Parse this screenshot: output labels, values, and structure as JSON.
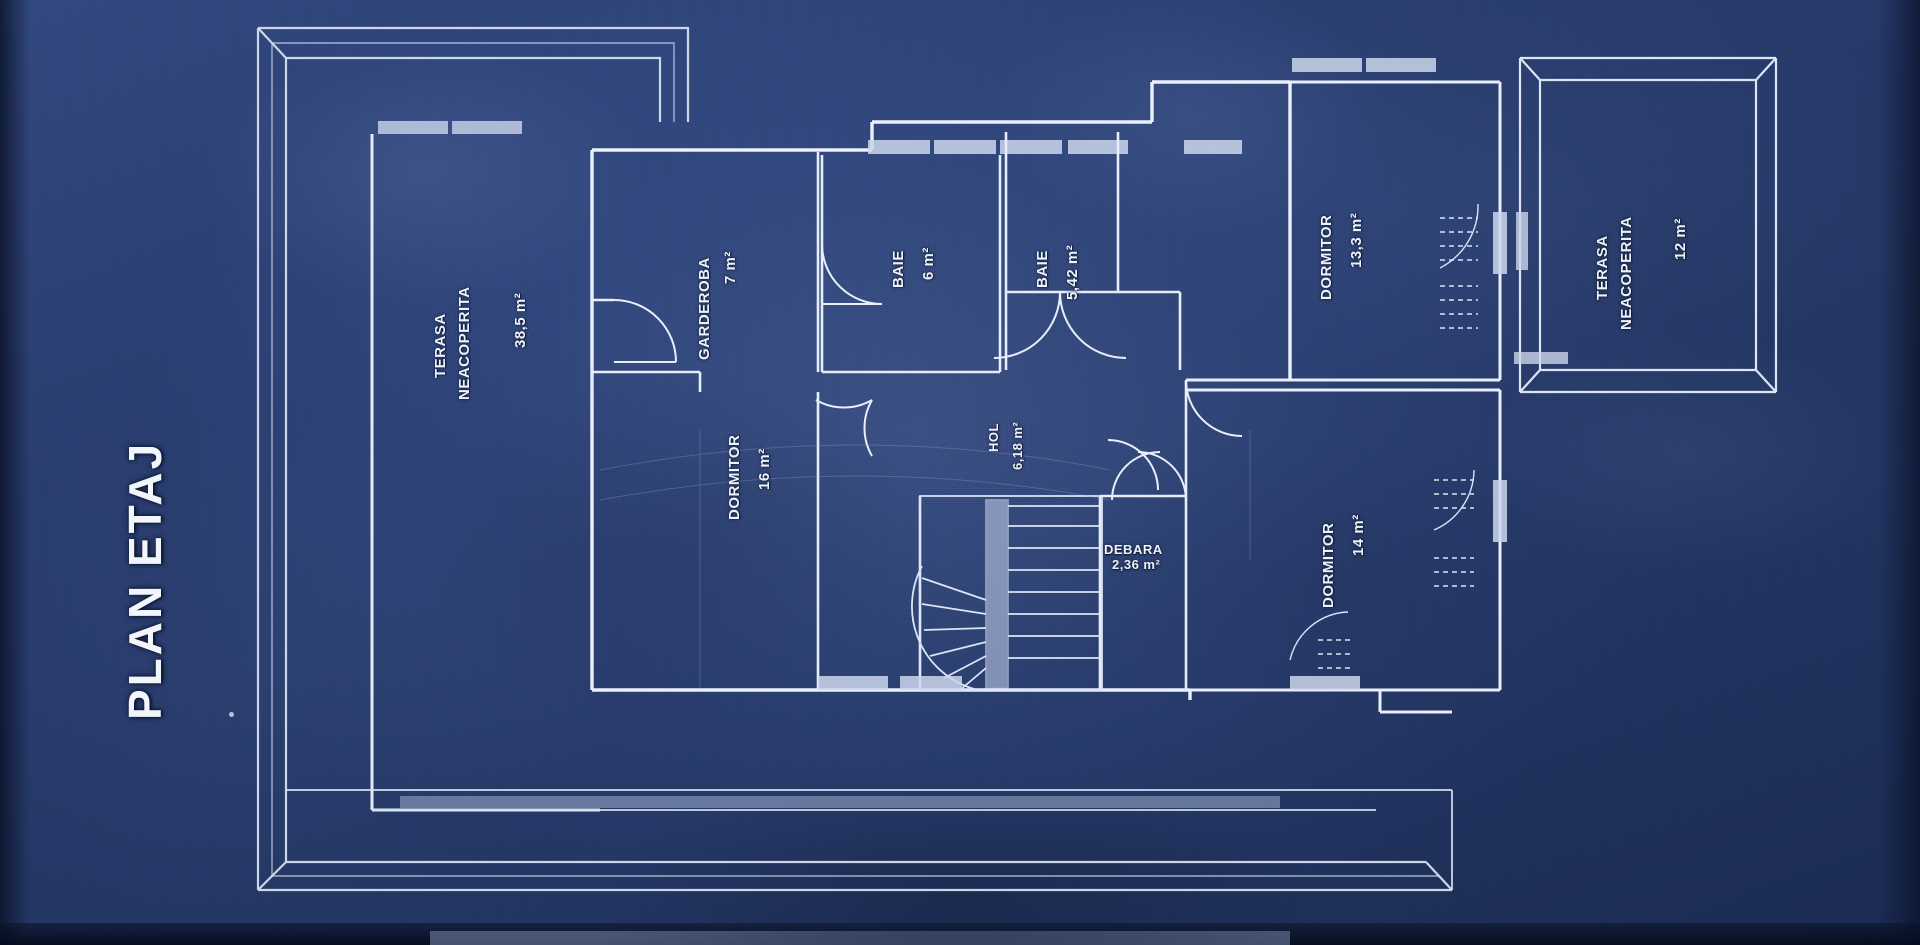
{
  "sheet": {
    "title": "PLAN ETAJ",
    "medium": "blueprint-photograph",
    "line_color": "#e9eefa",
    "background_color": "#2b3e6f"
  },
  "rooms": [
    {
      "key": "terasa-neacoperita-stanga",
      "name": "TERASA NEACOPERITA",
      "area": "38,5 m²",
      "orientation": "vertical"
    },
    {
      "key": "garderoba",
      "name": "GARDEROBA",
      "area": "7 m²",
      "orientation": "vertical"
    },
    {
      "key": "baie-1",
      "name": "BAIE",
      "area": "6 m²",
      "orientation": "vertical"
    },
    {
      "key": "baie-2",
      "name": "BAIE",
      "area": "5,42 m²",
      "orientation": "vertical"
    },
    {
      "key": "dormitor-13",
      "name": "DORMITOR",
      "area": "13,3 m²",
      "orientation": "vertical"
    },
    {
      "key": "terasa-neacoperita-dreapta",
      "name": "TERASA NEACOPERITA",
      "area": "12 m²",
      "orientation": "vertical"
    },
    {
      "key": "dormitor-16",
      "name": "DORMITOR",
      "area": "16 m²",
      "orientation": "vertical"
    },
    {
      "key": "hol",
      "name": "HOL",
      "area": "6,18 m²",
      "orientation": "vertical"
    },
    {
      "key": "debara",
      "name": "DEBARA",
      "area": "2,36 m²",
      "orientation": "horizontal"
    },
    {
      "key": "dormitor-14",
      "name": "DORMITOR",
      "area": "14 m²",
      "orientation": "vertical"
    }
  ],
  "labels": {
    "terasa_stanga_name": "TERASA",
    "terasa_stanga_name2": "NEACOPERITA",
    "terasa_stanga_area": "38,5 m²",
    "garderoba_name": "GARDEROBA",
    "garderoba_area": "7 m²",
    "baie1_name": "BAIE",
    "baie1_area": "6 m²",
    "baie2_name": "BAIE",
    "baie2_area": "5,42 m²",
    "dormitor13_name": "DORMITOR",
    "dormitor13_area": "13,3 m²",
    "terasa_dreapta_name": "TERASA",
    "terasa_dreapta_name2": "NEACOPERITA",
    "terasa_dreapta_area": "12 m²",
    "dormitor16_name": "DORMITOR",
    "dormitor16_area": "16 m²",
    "hol_name": "HOL",
    "hol_area": "6,18 m²",
    "debara_name": "DEBARA",
    "debara_area": "2,36 m²",
    "dormitor14_name": "DORMITOR",
    "dormitor14_area": "14 m²"
  }
}
